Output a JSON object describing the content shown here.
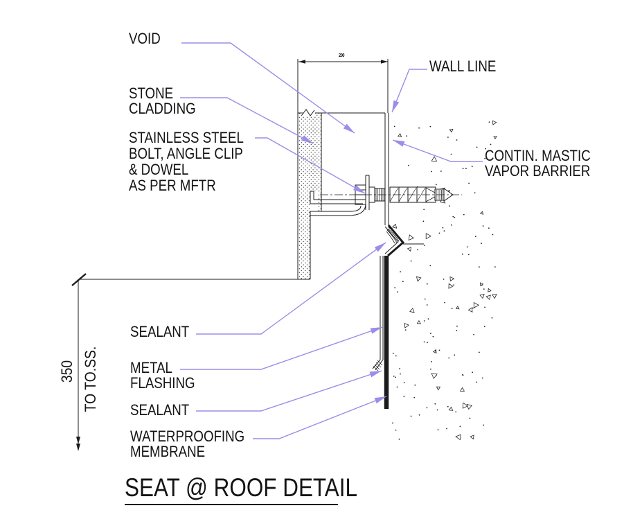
{
  "title": "SEAT @ ROOF DETAIL",
  "labels": {
    "void": "VOID",
    "stone_cladding": "STONE\nCLADDING",
    "stainless_steel": "STAINLESS STEEL\nBOLT, ANGLE CLIP\n& DOWEL\nAS PER MFTR",
    "wall_line": "WALL LINE",
    "vapor_barrier": "CONTIN. MASTIC\nVAPOR BARRIER",
    "sealant_upper": "SEALANT",
    "metal_flashing": "METAL\nFLASHING",
    "sealant_lower": "SEALANT",
    "waterproofing_membrane": "WATERPROOFING\nMEMBRANE"
  },
  "dimensions": {
    "cavity_width": "200",
    "height_value": "350",
    "height_note": "TO TO.SS."
  },
  "colors": {
    "leader": "#9b8de8",
    "line": "#1b1b1b"
  }
}
